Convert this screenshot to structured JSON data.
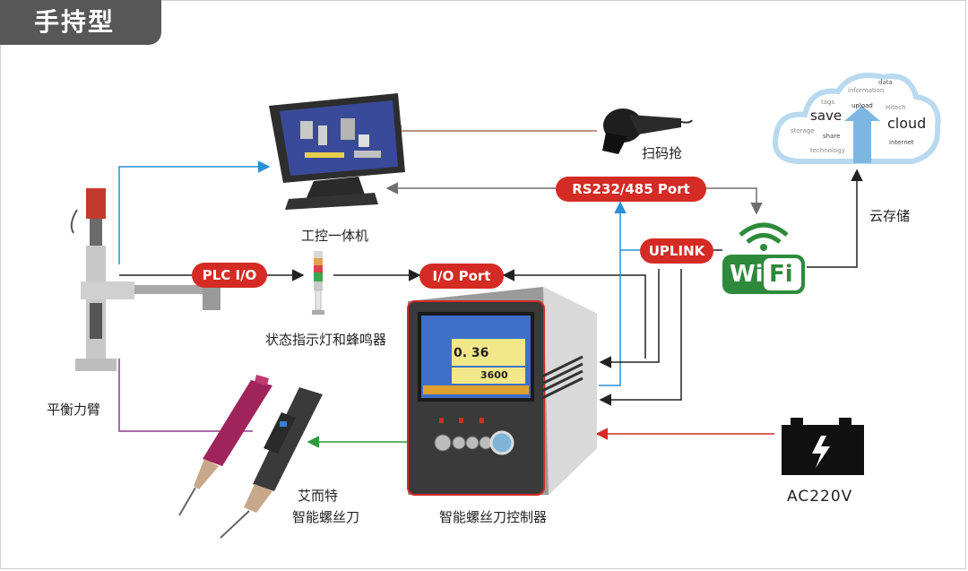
{
  "title_tab": "手持型",
  "labels": {
    "monitor": "工控一体机",
    "scanner": "扫码抢",
    "cloud": "云存储",
    "tower_light": "状态指示灯和蜂鸣器",
    "arm": "平衡力臂",
    "screwdriver_line1": "艾而特",
    "screwdriver_line2": "智能螺丝刀",
    "controller": "智能螺丝刀控制器",
    "power": "AC220V"
  },
  "ports": {
    "rs232": "RS232/485 Port",
    "uplink": "UPLINK",
    "plc": "PLC I/O",
    "io": "I/O Port"
  },
  "wifi_text": {
    "wi": "Wi",
    "fi": "Fi"
  },
  "cloud_words": {
    "save": "save",
    "cloud": "cloud",
    "data": "data",
    "information": "information",
    "tags": "tags",
    "upload": "upload",
    "hitech": "Hitech",
    "storage": "storage",
    "share": "share",
    "internet": "internet",
    "technology": "technology"
  },
  "controller_screen": {
    "value1": "0. 36",
    "value2": "3600"
  },
  "colors": {
    "accent_red": "#d42b24",
    "tab_gray": "#575757",
    "line_blue": "#2a8fd6",
    "line_brown": "#a0715a",
    "line_purple": "#8a3c8c",
    "line_green": "#2e9a3f",
    "line_black": "#222222",
    "line_gray": "#6e6e6e",
    "wifi_green": "#2e8a3b"
  }
}
